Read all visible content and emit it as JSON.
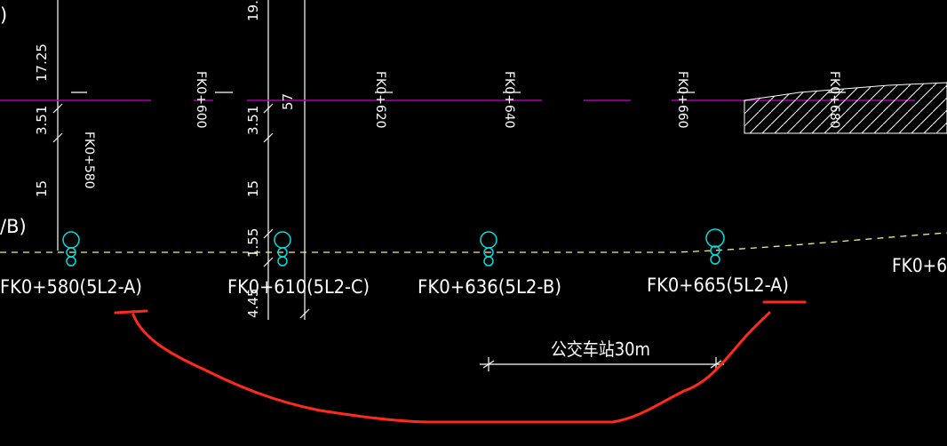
{
  "colors": {
    "background": "#000000",
    "text": "#ffffff",
    "road_line": "#b300b3",
    "dashed_line": "#f2f28a",
    "lamp": "#00e0e0",
    "red_mark": "#ff2a1a"
  },
  "corner_labels": {
    "top_left": ")",
    "left_mid": "/B)",
    "right_bottom": "FK0+6"
  },
  "vertical_dims": [
    {
      "id": "dim-17-25",
      "text": "17.25"
    },
    {
      "id": "dim-3-51-a",
      "text": "3.51"
    },
    {
      "id": "dim-15-a",
      "text": "15"
    },
    {
      "id": "dim-19",
      "text": "19."
    },
    {
      "id": "dim-3-51-b",
      "text": "3.51"
    },
    {
      "id": "dim-57",
      "text": "57"
    },
    {
      "id": "dim-15-b",
      "text": "15"
    },
    {
      "id": "dim-1-55",
      "text": "1.55"
    },
    {
      "id": "dim-4-45",
      "text": "4.45"
    }
  ],
  "stations": [
    {
      "id": "st-580",
      "text": "FK0+580"
    },
    {
      "id": "st-600",
      "text": "FK0+600"
    },
    {
      "id": "st-620",
      "text": "FK0+620"
    },
    {
      "id": "st-640",
      "text": "FK0+640"
    },
    {
      "id": "st-660",
      "text": "FK0+660"
    },
    {
      "id": "st-680",
      "text": "FK0+680"
    }
  ],
  "lamps": [
    {
      "id": "lamp-580",
      "label": "FK0+580(5L2-A)"
    },
    {
      "id": "lamp-610",
      "label": "FK0+610(5L2-C)"
    },
    {
      "id": "lamp-636",
      "label": "FK0+636(5L2-B)"
    },
    {
      "id": "lamp-665",
      "label": "FK0+665(5L2-A)"
    }
  ],
  "bus_stop": {
    "label": "公交车站30m"
  }
}
